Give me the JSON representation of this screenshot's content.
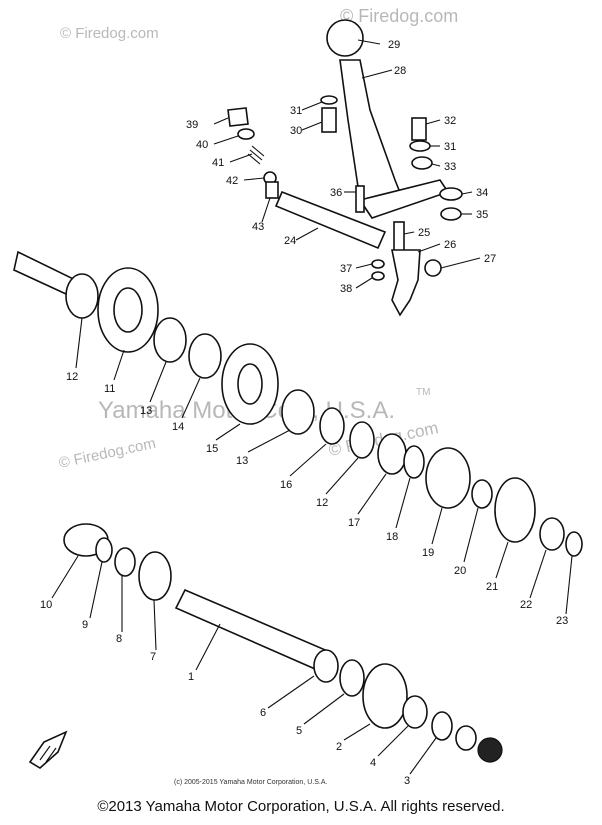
{
  "watermarks": {
    "top": "© Firedog.com",
    "top_center": "© Firedog.com",
    "left_mid": "© Firedog.com",
    "right_mid": "© Firedog.com",
    "banner": "Yamaha Motor Corp, U.S.A.",
    "tm": "TM"
  },
  "callouts": {
    "c1": "1",
    "c2": "2",
    "c3": "3",
    "c4": "4",
    "c5": "5",
    "c6": "6",
    "c7": "7",
    "c8": "8",
    "c9": "9",
    "c10": "10",
    "c11": "11",
    "c12": "12",
    "c12b": "12",
    "c13": "13",
    "c13b": "13",
    "c14": "14",
    "c15": "15",
    "c16": "16",
    "c17": "17",
    "c18": "18",
    "c19": "19",
    "c20": "20",
    "c21": "21",
    "c22": "22",
    "c23": "23",
    "c24": "24",
    "c25": "25",
    "c26": "26",
    "c27": "27",
    "c28": "28",
    "c29": "29",
    "c30": "30",
    "c31": "31",
    "c31b": "31",
    "c32": "32",
    "c33": "33",
    "c34": "34",
    "c35": "35",
    "c36": "36",
    "c37": "37",
    "c38": "38",
    "c39": "39",
    "c40": "40",
    "c41": "41",
    "c42": "42",
    "c43": "43"
  },
  "small_copyright": "(c) 2005-2015 Yamaha Motor Corporation, U.S.A.",
  "footer": "©2013 Yamaha Motor Corporation, U.S.A. All rights reserved."
}
